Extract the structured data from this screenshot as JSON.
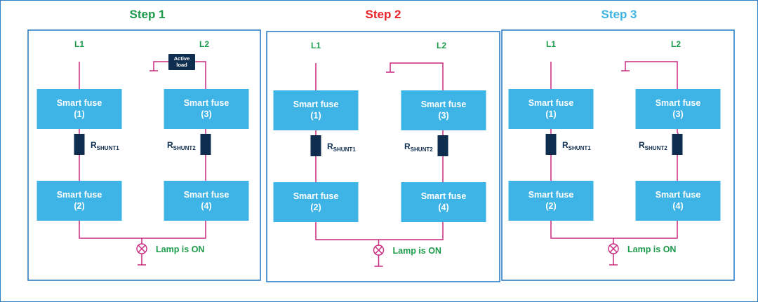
{
  "colors": {
    "frame": "#2d7fc6",
    "fuse": "#3db3e6",
    "wire": "#c8287e",
    "shunt": "#0f2d4f",
    "label_green": "#1e9a4b",
    "step1_title": "#1e9a4b",
    "step2_title": "#e8232a",
    "step3_title": "#40b4e0"
  },
  "lines": {
    "l1": "L1",
    "l2": "L2"
  },
  "fuse": {
    "label": "Smart fuse",
    "f1": "(1)",
    "f2": "(2)",
    "f3": "(3)",
    "f4": "(4)"
  },
  "shunt": {
    "r1_main": "R",
    "r1_sub": "SHUNT1",
    "r2_main": "R",
    "r2_sub": "SHUNT2"
  },
  "lamp": {
    "label": "Lamp is ON",
    "icon": "lamp-icon"
  },
  "active_load": {
    "line1": "Active",
    "line2": "load"
  },
  "steps": [
    {
      "title": "Step 1"
    },
    {
      "title": "Step 2"
    },
    {
      "title": "Step 3"
    }
  ]
}
